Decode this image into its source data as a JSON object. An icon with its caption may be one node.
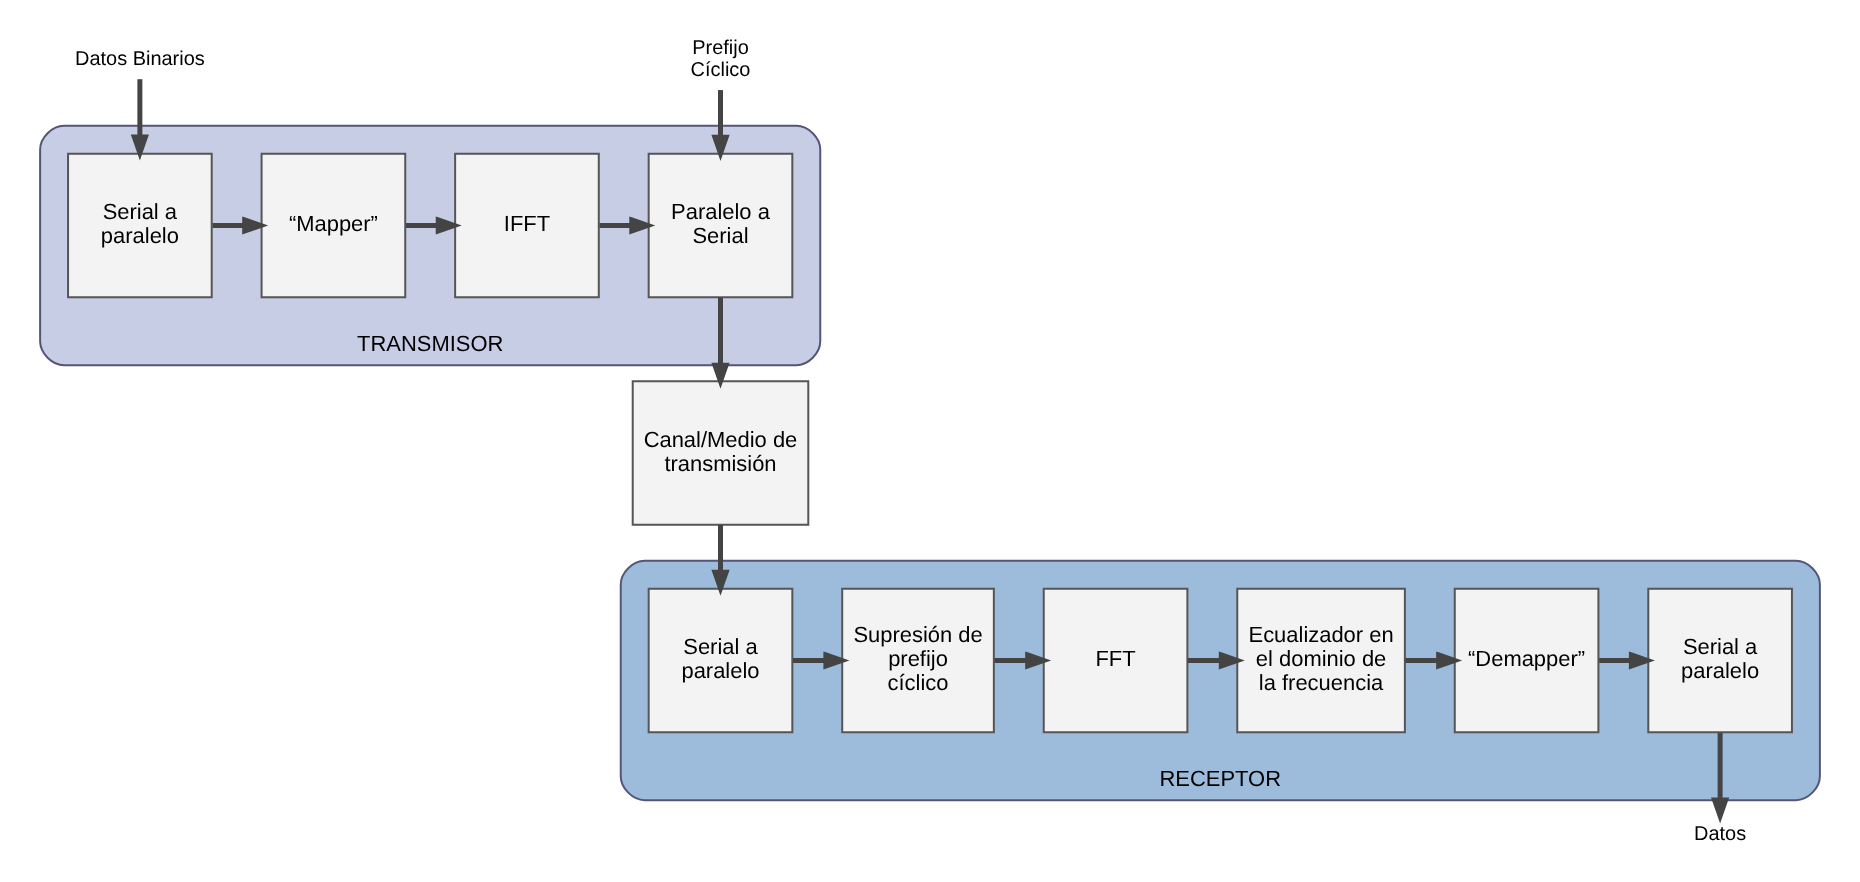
{
  "diagram": {
    "nodes": [
      {
        "text": [
          "TRANSMISOR"
        ]
      },
      {
        "text": [
          "Serial a paralelo"
        ],
        "in": 0
      },
      {
        "text": [
          "“Mapper”"
        ],
        "in": 0
      },
      {
        "text": [
          "IFFT"
        ],
        "in": 0
      },
      {
        "text": [
          "Paralelo a Serial"
        ],
        "in": 0
      },
      {
        "text": [
          "Datos Binarios"
        ]
      },
      {
        "text": [
          "Prefijo Cíclico"
        ]
      },
      {
        "text": [
          "Canal/Medio de transmisión"
        ]
      },
      {
        "text": [
          "RECEPTOR"
        ]
      },
      {
        "text": [
          "Serial a paralelo"
        ],
        "in": 8
      },
      {
        "text": [
          "“Demapper”"
        ],
        "in": 8
      },
      {
        "text": [
          "Ecualizador en el dominio de la frecuencia"
        ],
        "in": 8
      },
      {
        "text": [
          "FFT"
        ],
        "in": 8
      },
      {
        "text": [
          "Supresión de prefijo cíclico"
        ],
        "in": 8
      },
      {
        "text": [
          "Serial a paralelo"
        ],
        "in": 8
      },
      {
        "text": [
          "Datos"
        ]
      }
    ],
    "edges": [
      {
        "from": 5,
        "to": 1,
        "arrow": "to"
      },
      {
        "from": 1,
        "to": 2,
        "arrow": "to"
      },
      {
        "from": 2,
        "to": 3,
        "arrow": "to"
      },
      {
        "from": 3,
        "to": 4,
        "arrow": "to"
      },
      {
        "from": 6,
        "to": 4,
        "arrow": "to"
      },
      {
        "from": 4,
        "to": 7,
        "arrow": "to"
      },
      {
        "from": 7,
        "to": 14,
        "arrow": "to"
      },
      {
        "from": 14,
        "to": 13,
        "arrow": "to"
      },
      {
        "from": 13,
        "to": 12,
        "arrow": "to"
      },
      {
        "from": 12,
        "to": 11,
        "arrow": "to"
      },
      {
        "from": 11,
        "to": 10,
        "arrow": "to"
      },
      {
        "from": 10,
        "to": 9,
        "arrow": "to"
      },
      {
        "from": 9,
        "to": 15,
        "arrow": "to"
      }
    ]
  }
}
